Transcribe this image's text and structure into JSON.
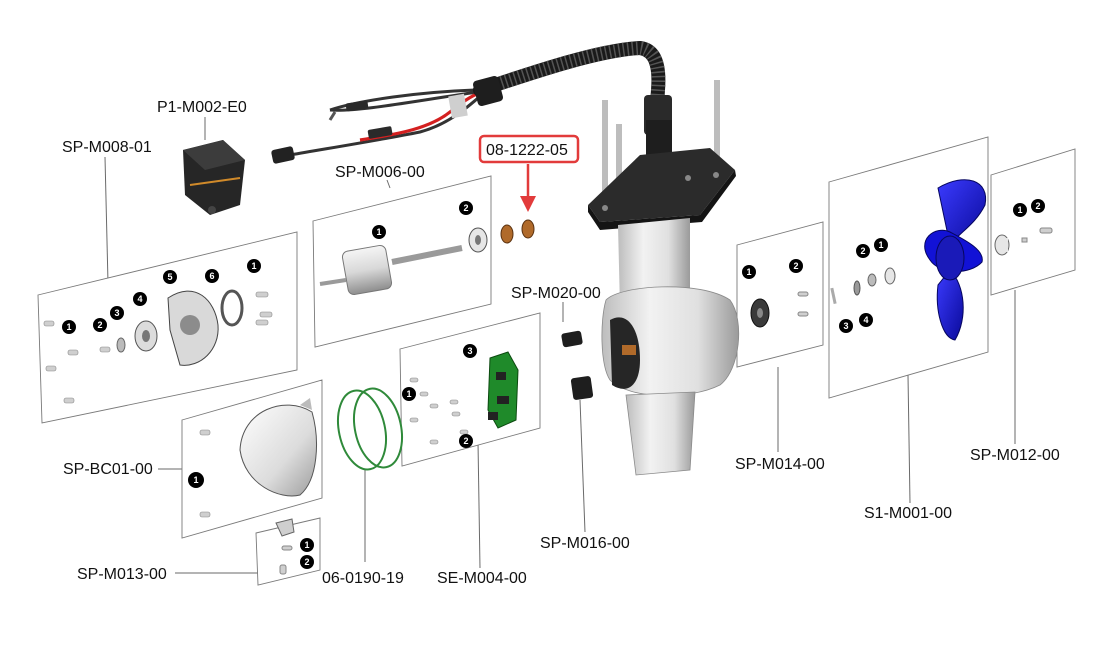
{
  "diagram": {
    "labels": {
      "p1_m002_e0": "P1-M002-E0",
      "sp_m008_01": "SP-M008-01",
      "sp_m006_00": "SP-M006-00",
      "highlight_08_1222_05": "08-1222-05",
      "sp_m020_00": "SP-M020-00",
      "sp_bc01_00": "SP-BC01-00",
      "sp_m013_00": "SP-M013-00",
      "ring_06_0190_19": "06-0190-19",
      "se_m004_00": "SE-M004-00",
      "sp_m016_00": "SP-M016-00",
      "sp_m014_00": "SP-M014-00",
      "s1_m001_00": "S1-M001-00",
      "sp_m012_00": "SP-M012-00"
    },
    "callouts": {
      "n1": "1",
      "n2": "2",
      "n3": "3",
      "n4": "4",
      "n5": "5",
      "n6": "6"
    },
    "colors": {
      "highlight": "#e23b3b",
      "propeller": "#1212d6",
      "cable_red": "#d42020",
      "pcb_green": "#1f8a2a",
      "bronze": "#b06a2a",
      "o_ring": "#2f8a3a",
      "body_grey": "#e2e2e2",
      "mount_dark": "#2b2b2b"
    }
  }
}
